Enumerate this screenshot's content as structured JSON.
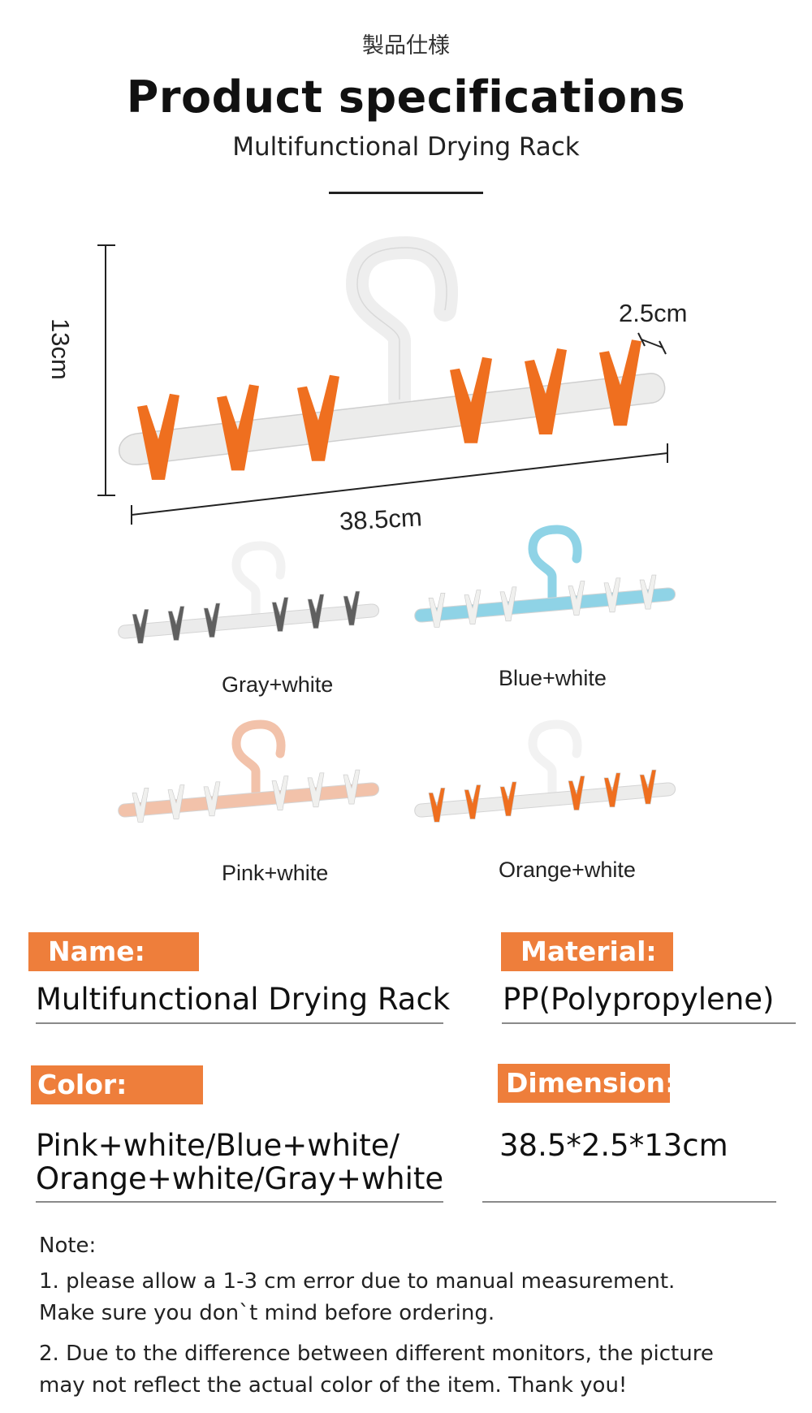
{
  "header": {
    "jp_title": "製品仕様",
    "title": "Product specifications",
    "subtitle": "Multifunctional Drying Rack"
  },
  "diagram": {
    "height_label": "13cm",
    "thickness_label": "2.5cm",
    "length_label": "38.5cm",
    "colors": {
      "orange": "#ef6f1f",
      "white_body": "#ececeb",
      "gray": "#666666",
      "blue": "#8fd3e6",
      "pink": "#f2c2aa"
    }
  },
  "variants": [
    {
      "label": "Gray+white",
      "body": "#ebebeb",
      "clip": "#5f5f5f",
      "hook": "#f2f2f2"
    },
    {
      "label": "Blue+white",
      "body": "#8fd3e6",
      "clip": "#f0f0ee",
      "hook": "#8fd3e6"
    },
    {
      "label": "Pink+white",
      "body": "#f2c2aa",
      "clip": "#f0f0ee",
      "hook": "#f2c2aa"
    },
    {
      "label": "Orange+white",
      "body": "#ececeb",
      "clip": "#ef6f1f",
      "hook": "#f2f2f2"
    }
  ],
  "specs": {
    "name_tag": "Name:",
    "name_value": "Multifunctional Drying Rack",
    "material_tag": "Material:",
    "material_value": "PP(Polypropylene)",
    "color_tag": "Color:",
    "color_value_line1": "Pink+white/Blue+white/",
    "color_value_line2": "Orange+white/Gray+white",
    "dimension_tag": "Dimension:",
    "dimension_value": "38.5*2.5*13cm",
    "accent_color": "#ee7e3b"
  },
  "notes": {
    "heading": "Note:",
    "line1": "1. please allow a 1-3 cm error due to manual measurement.",
    "line2": "Make sure you don`t mind before ordering.",
    "line3": "2. Due to the difference between different monitors, the picture",
    "line4": "may not reflect the actual color of the item. Thank you!"
  }
}
